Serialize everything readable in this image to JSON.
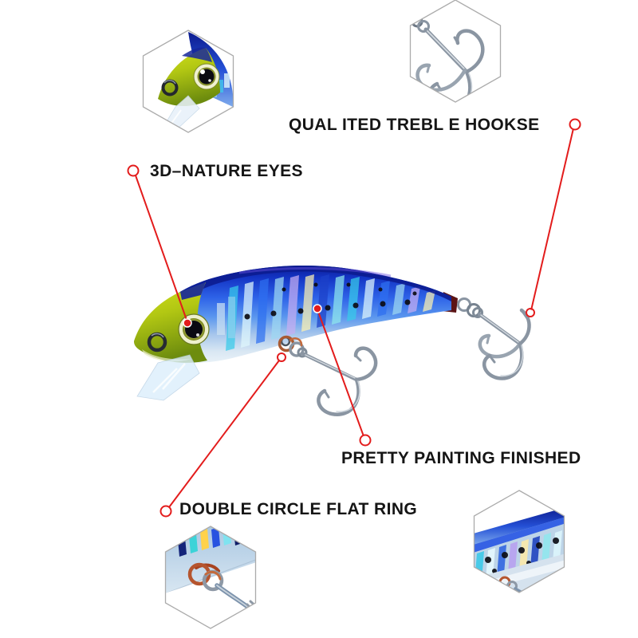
{
  "figure": {
    "subject": "Blue minnow fishing lure product diagram with feature callouts",
    "accent_color": "#e31c1c",
    "label_color": "#151515",
    "hexagon_border_color": "#ababab",
    "insets": [
      {
        "name": "lure-head-eye-closeup"
      },
      {
        "name": "treble-hook-closeup"
      },
      {
        "name": "split-ring-closeup"
      },
      {
        "name": "body-paint-texture-closeup"
      }
    ]
  },
  "callouts": {
    "treble_hooks": "QUAL ITED TREBL E HOOKSE",
    "eyes": "3D–NATURE EYES",
    "painting": "PRETTY PAINTING FINISHED",
    "ring": "DOUBLE CIRCLE FLAT RING"
  }
}
